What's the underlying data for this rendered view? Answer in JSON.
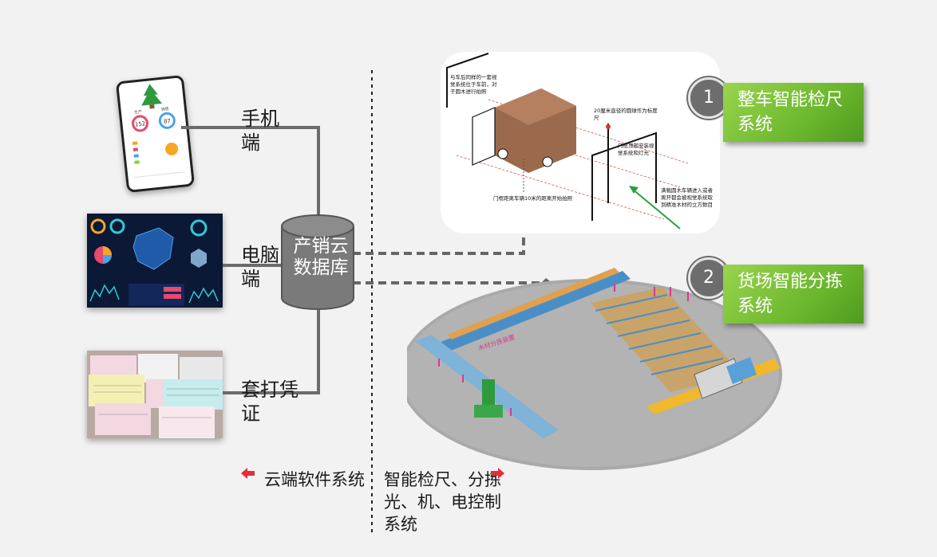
{
  "sources": {
    "phone_label": "手机端",
    "pc_label": "电脑端",
    "voucher_label": "套打凭证"
  },
  "phone_screen": {
    "left_ring_label": "生产",
    "left_ring_value": "152",
    "right_ring_label": "销售",
    "right_ring_value": "87"
  },
  "database": {
    "label": "产销云数据库"
  },
  "systems": [
    {
      "number": "1",
      "title": "整车智能检尺系统"
    },
    {
      "number": "2",
      "title": "货场智能分拣系统"
    }
  ],
  "annotations": {
    "a1": "与车后同样的一套视觉系统位于车前，对于圆木进行拍照",
    "a2": "20厘米直径的圆球作为标度尺",
    "a3": "门框顶部安装视觉系统和灯光",
    "a4": "满载圆木车辆进入或者离开都会被视觉系统取到精准木材的立方数目",
    "a5": "门框距离车辆10米的距离开始拍照"
  },
  "yard_sign": "木材分拣装置",
  "bottom": {
    "left_caption": "云端软件系统",
    "right_caption": "智能检尺、分拣光、机、电控制系统"
  },
  "colors": {
    "accent_green": "#6cb82e",
    "arrow_red": "#e0303a",
    "connector_gray": "#6b6b6b"
  }
}
